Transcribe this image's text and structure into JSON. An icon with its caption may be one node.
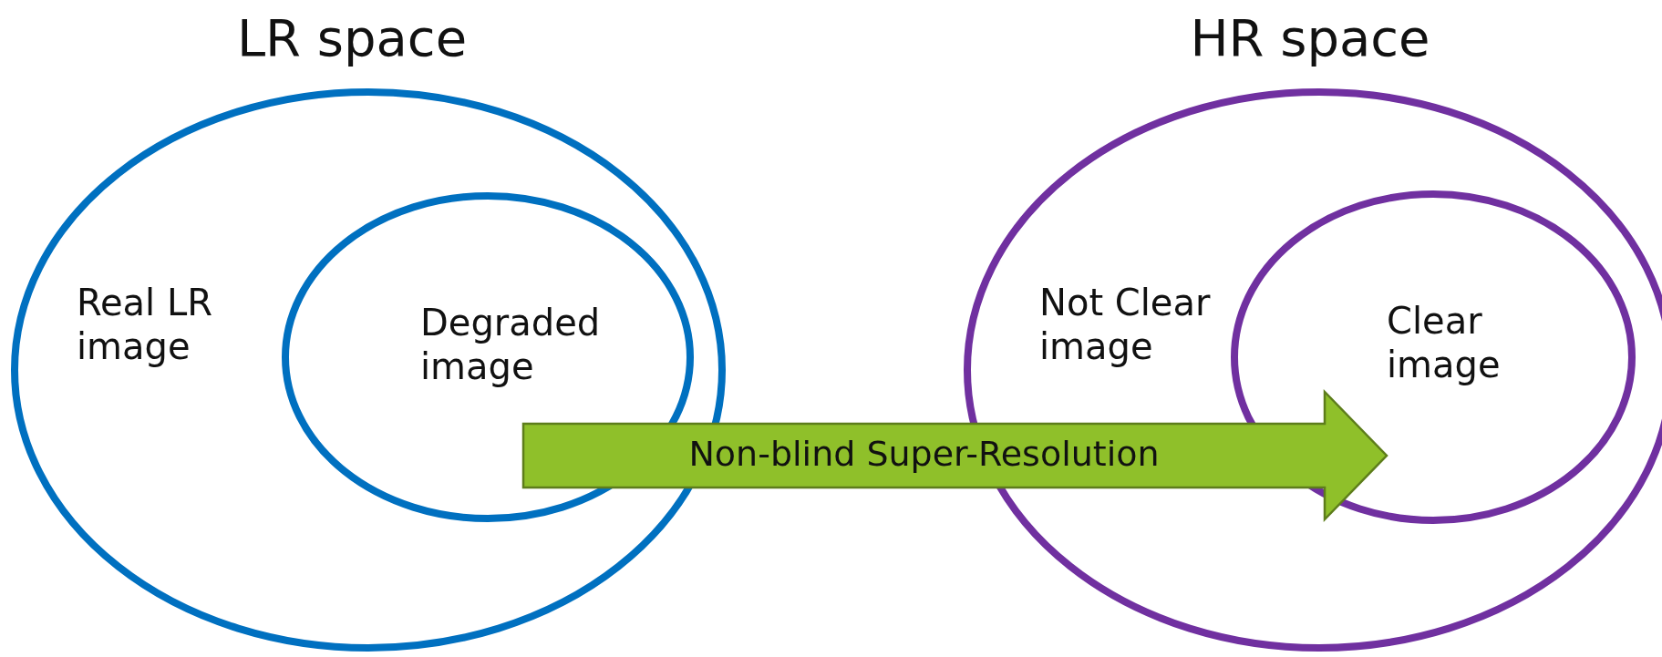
{
  "diagram": {
    "nodes": [
      {
        "text": [
          "LR space",
          "Real LR image"
        ]
      },
      {
        "text": [
          "Degraded image"
        ],
        "in": 0
      },
      {
        "text": [
          "HR space",
          "Not Clear image"
        ]
      },
      {
        "text": [
          "Clear image"
        ],
        "in": 2
      }
    ],
    "edges": [
      {
        "from": 1,
        "to": 3,
        "arrow": "to",
        "label": "Non-blind Super-Resolution",
        "style": "thick",
        "color": "#8fc02a"
      }
    ]
  }
}
